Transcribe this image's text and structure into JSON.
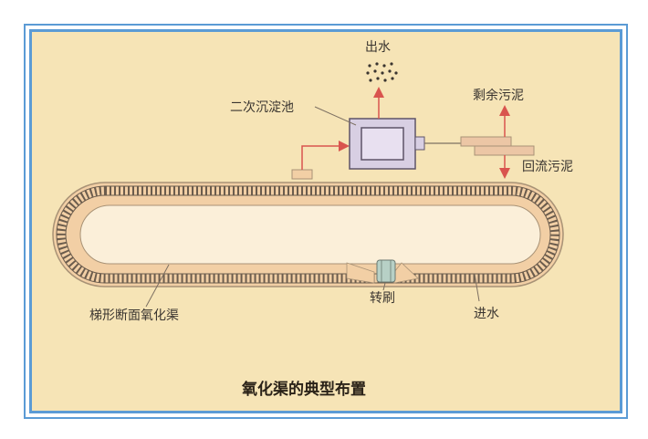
{
  "labels": {
    "outlet_water": "出水",
    "secondary_clarifier": "二次沉淀池",
    "excess_sludge": "剩余污泥",
    "return_sludge": "回流污泥",
    "channel": "梯形断面氧化渠",
    "rotor": "转刷",
    "inlet_water": "进水"
  },
  "caption": "氧化渠的典型布置",
  "colors": {
    "frame": "#5b9bd5",
    "background": "#f6e4b6",
    "channel_fill": "#f2cfa5",
    "arrow": "#d9544e",
    "clarifier": "#d8cfe3",
    "pipe": "#ecc6a5",
    "rotor": "#b7d0c6"
  }
}
